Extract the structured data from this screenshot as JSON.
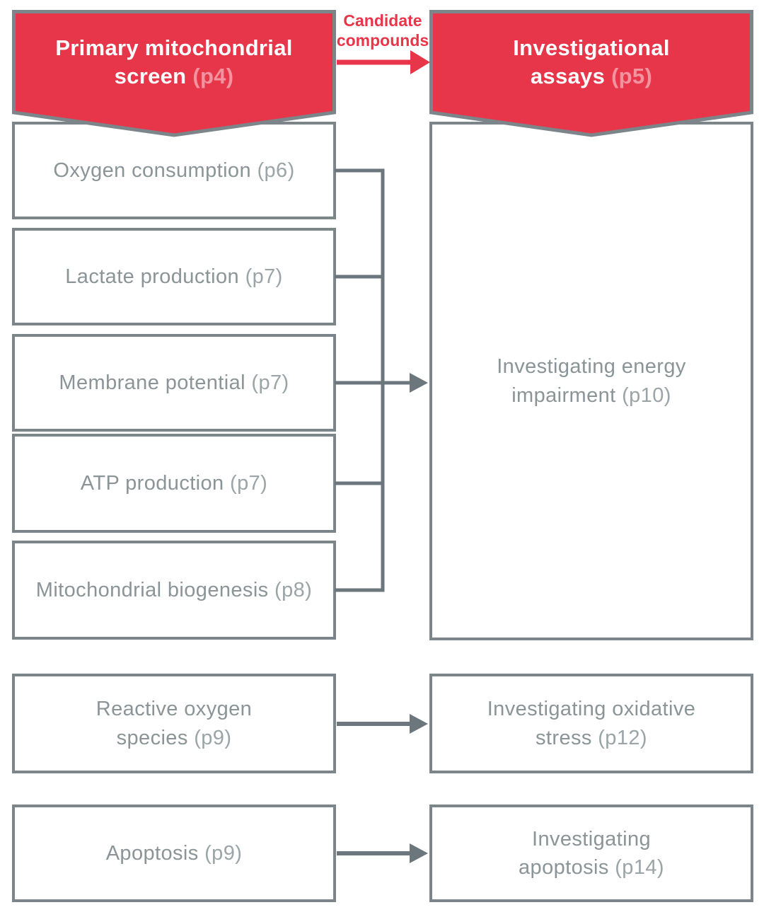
{
  "palette": {
    "red": "#e73549",
    "pink_ref": "#f2939f",
    "box_border_gray": "#7b858a",
    "line_gray": "#6c767d",
    "text_gray": "#8b9497",
    "text_ref_gray": "#9ba4a6"
  },
  "flow_label": {
    "text": "Candidate compounds"
  },
  "headers": {
    "left": {
      "title": "Primary mitochondrial screen",
      "ref": "(p4)"
    },
    "right": {
      "title": "Investigational assays",
      "ref": "(p5)"
    }
  },
  "screens": [
    {
      "label": "Oxygen consumption",
      "ref": "(p6)"
    },
    {
      "label": "Lactate production",
      "ref": "(p7)"
    },
    {
      "label": "Membrane potential",
      "ref": "(p7)"
    },
    {
      "label": "ATP production",
      "ref": "(p7)"
    },
    {
      "label": "Mitochondrial biogenesis",
      "ref": "(p8)"
    },
    {
      "label": "Reactive oxygen species",
      "ref": "(p9)"
    },
    {
      "label": "Apoptosis",
      "ref": "(p9)"
    }
  ],
  "assays": [
    {
      "label": "Investigating energy impairment",
      "ref": "(p10)"
    },
    {
      "label": "Investigating oxidative stress",
      "ref": "(p12)"
    },
    {
      "label": "Investigating apoptosis",
      "ref": "(p14)"
    }
  ]
}
